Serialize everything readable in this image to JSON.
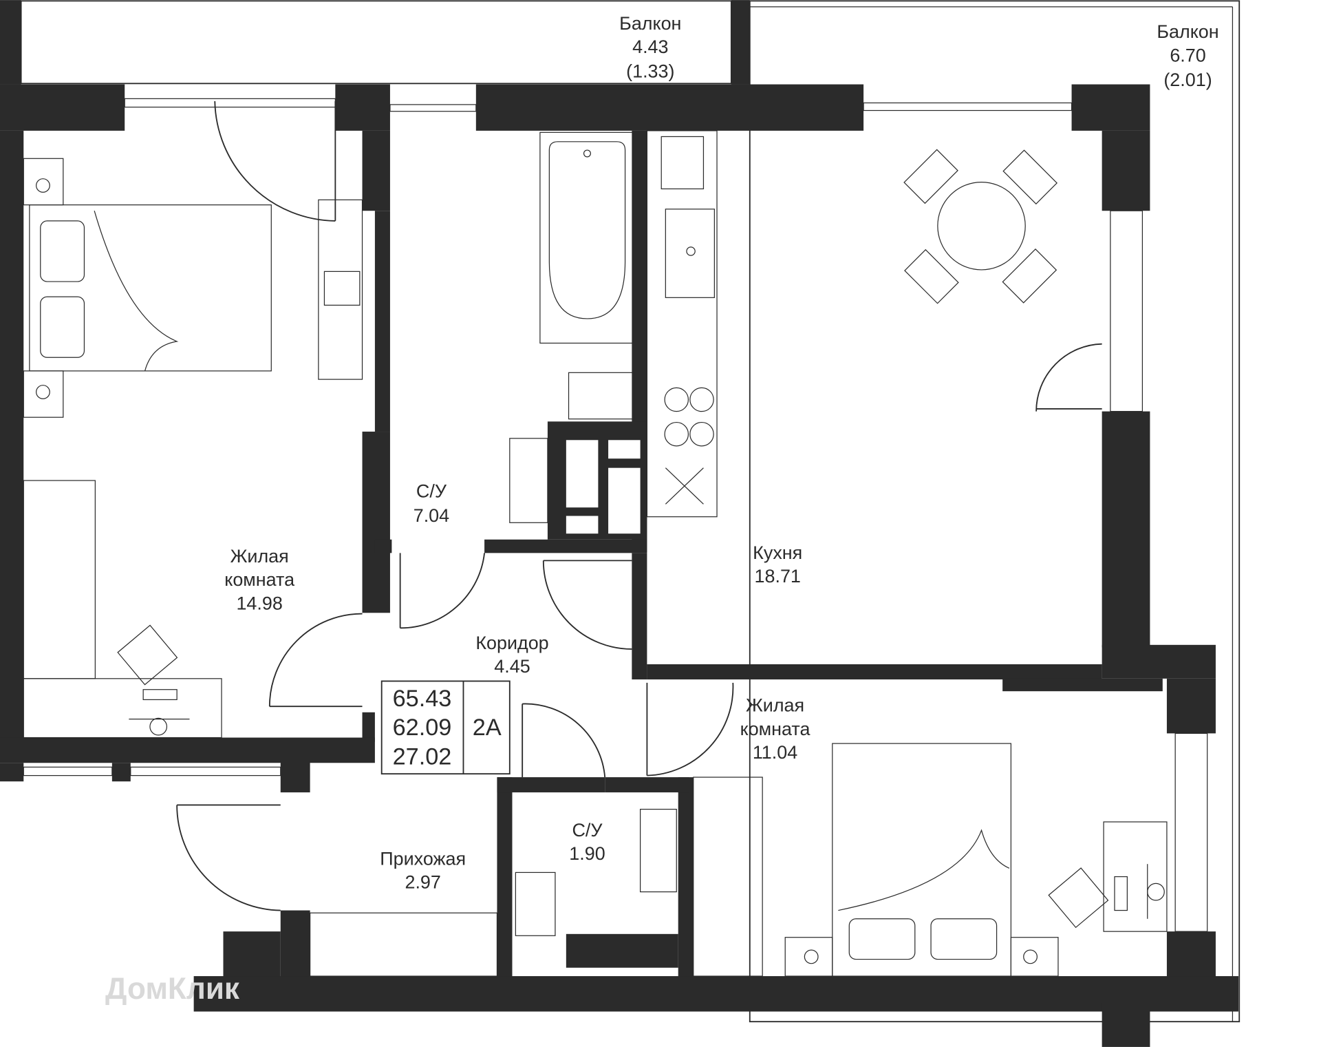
{
  "plan": {
    "balcony_1": {
      "name": "Балкон",
      "area": "4.43",
      "area_coef": "(1.33)"
    },
    "balcony_2": {
      "name": "Балкон",
      "area": "6.70",
      "area_coef": "(2.01)"
    },
    "bathroom_1": {
      "name": "С/У",
      "area": "7.04"
    },
    "bedroom_1": {
      "name_1": "Жилая",
      "name_2": "комната",
      "area": "14.98"
    },
    "kitchen": {
      "name": "Кухня",
      "area": "18.71"
    },
    "corridor": {
      "name": "Коридор",
      "area": "4.45"
    },
    "bedroom_2": {
      "name_1": "Жилая",
      "name_2": "комната",
      "area": "11.04"
    },
    "bathroom_2": {
      "name": "С/У",
      "area": "1.90"
    },
    "hallway": {
      "name": "Прихожая",
      "area": "2.97"
    },
    "summary": {
      "total_area": "65.43",
      "area_no_balcony": "62.09",
      "living_area": "27.02",
      "type": "2А"
    }
  },
  "watermark": "ДомКлик"
}
